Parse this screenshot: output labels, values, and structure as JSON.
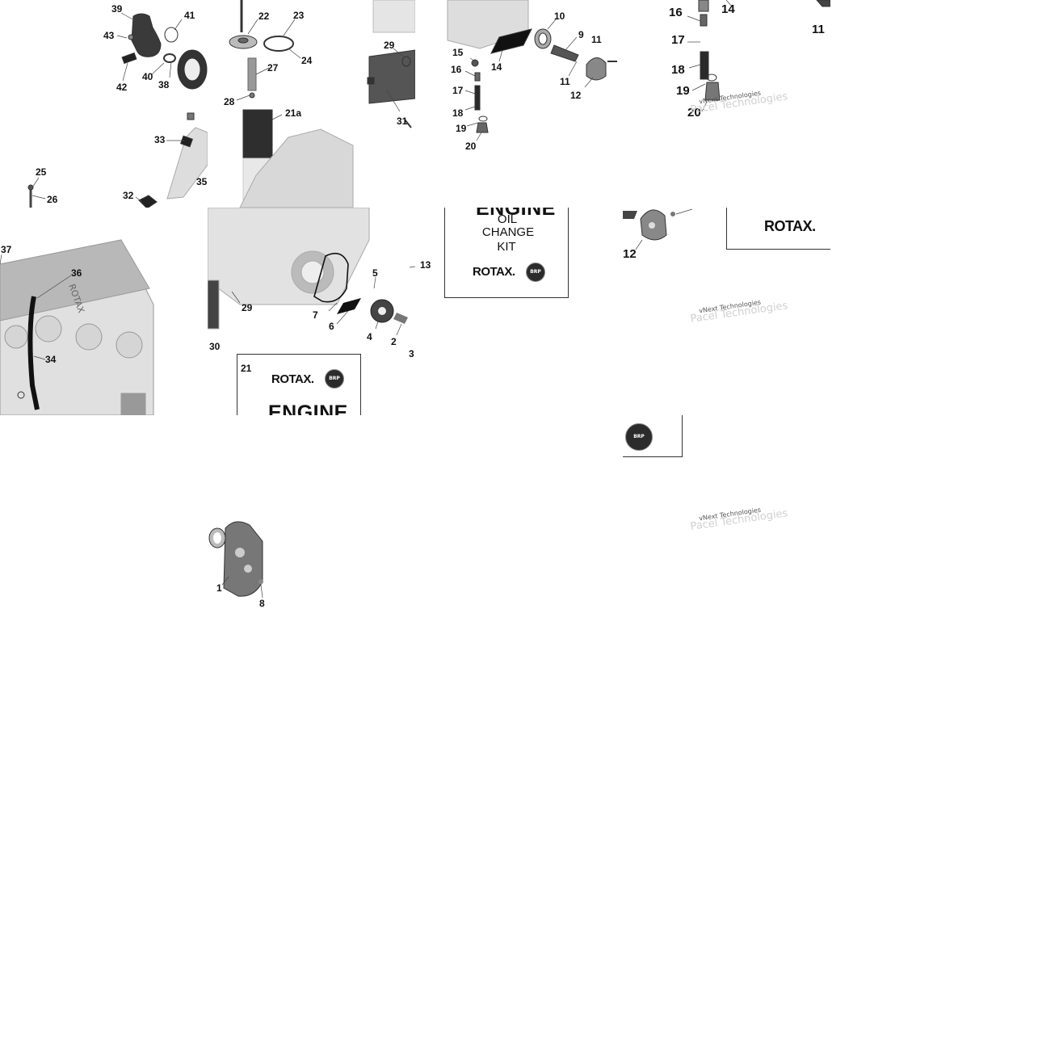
{
  "callouts": {
    "n1": "1",
    "n2": "2",
    "n3": "3",
    "n4": "4",
    "n5": "5",
    "n6": "6",
    "n7": "7",
    "n8": "8",
    "n9": "9",
    "n10": "10",
    "n11": "11",
    "n12": "12",
    "n13": "13",
    "n14": "14",
    "n15": "15",
    "n16": "16",
    "n17": "17",
    "n18": "18",
    "n19": "19",
    "n20": "20",
    "n21": "21",
    "n21a": "21a",
    "n22": "22",
    "n23": "23",
    "n24": "24",
    "n25": "25",
    "n26": "26",
    "n27": "27",
    "n28": "28",
    "n29": "29",
    "n30": "30",
    "n31": "31",
    "n32": "32",
    "n33": "33",
    "n34": "34",
    "n35": "35",
    "n36": "36",
    "n37": "37",
    "n38": "38",
    "n39": "39",
    "n40": "40",
    "n41": "41",
    "n42": "42",
    "n43": "43"
  },
  "kit": {
    "brand": "ROTAX.",
    "title": "ENGINE",
    "line1": "OIL",
    "line2": "CHANGE",
    "line3": "KIT",
    "badge": "BRP"
  },
  "watermark": {
    "text": "vNext Technologies",
    "small": "Pacel Technologies"
  },
  "engraving": "ROTAX"
}
